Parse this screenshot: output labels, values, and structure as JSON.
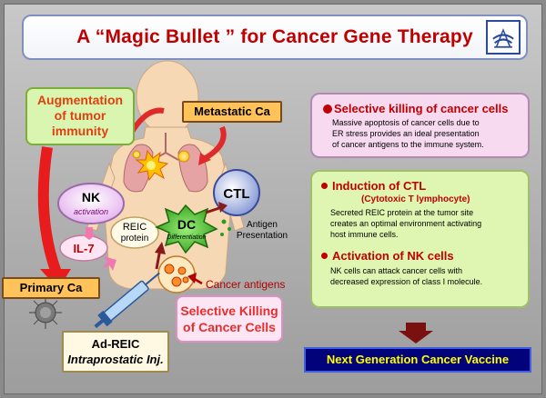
{
  "title": "A “Magic Bullet ” for Cancer Gene Therapy",
  "labels": {
    "augmentation": [
      "Augmentation",
      "of tumor",
      "immunity"
    ],
    "metastatic": "Metastatic Ca",
    "primary": "Primary Ca",
    "ad_reic": "Ad-REIC",
    "intraprostatic": "Intraprostatic Inj.",
    "selective_small": [
      "Selective Killing",
      "of Cancer Cells"
    ],
    "ctl": "CTL",
    "nk": "NK",
    "nk_activation": "activation",
    "reic": "REIC",
    "protein": "protein",
    "il7": "IL-7",
    "dc": "DC",
    "dc_diff": "Differentiation",
    "antigen_pres": [
      "Antigen",
      "Presentation"
    ],
    "cancer_antigens": "Cancer antigens"
  },
  "panel_top": {
    "heading": "Selective killing of cancer cells",
    "body": [
      "Massive apoptosis of cancer cells due to",
      "ER stress provides an ideal presentation",
      "of cancer antigens to the immune system."
    ]
  },
  "panel_mid": {
    "heading1": "Induction of CTL",
    "sub1": "(Cytotoxic T lymphocyte)",
    "body1": [
      "Secreted REIC protein at the tumor site",
      "creates an optimal environment activating",
      "host immune cells."
    ],
    "heading2": "Activation of NK cells",
    "body2": [
      "NK cells can attack cancer cells with",
      "decreased expression of class I molecule."
    ]
  },
  "next_generation": "Next Generation Cancer Vaccine"
}
